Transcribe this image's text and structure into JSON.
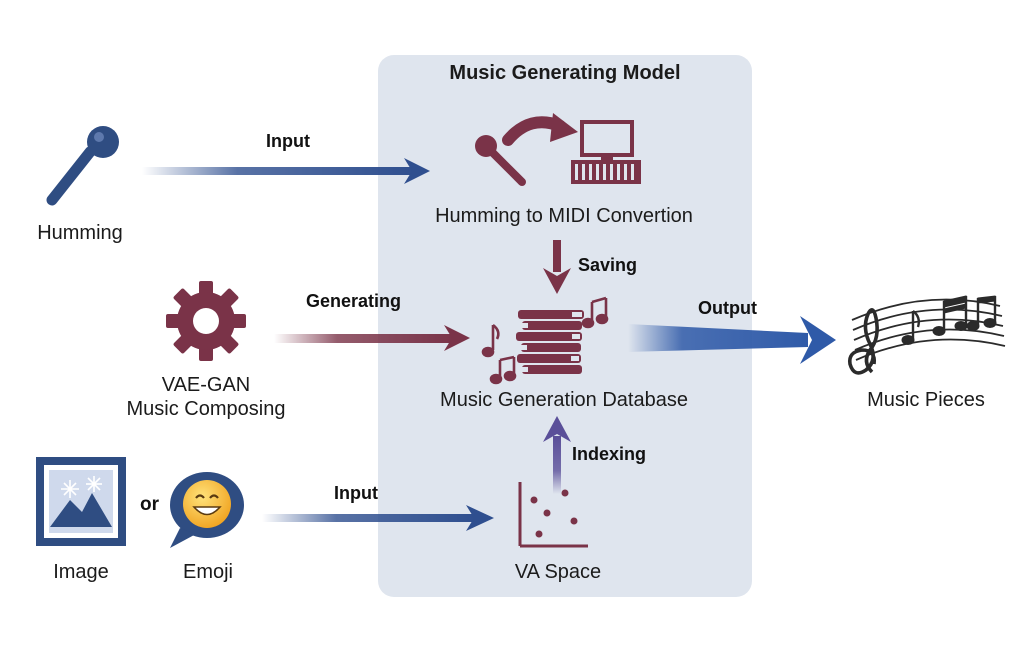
{
  "model": {
    "title": "Music Generating Model"
  },
  "inputs": {
    "humming": "Humming",
    "vae_gan_line1": "VAE-GAN",
    "vae_gan_line2": "Music Composing",
    "image": "Image",
    "or": "or",
    "emoji": "Emoji"
  },
  "nodes": {
    "midi_conversion": "Humming to MIDI Convertion",
    "database": "Music Generation Database",
    "va_space": "VA Space",
    "music_pieces": "Music Pieces"
  },
  "edges": {
    "input_humming": "Input",
    "generating": "Generating",
    "input_image": "Input",
    "saving": "Saving",
    "indexing": "Indexing",
    "output": "Output"
  },
  "colors": {
    "box_bg": "#dfe5ee",
    "blue": "#2f4f8f",
    "maroon": "#7a3348"
  }
}
